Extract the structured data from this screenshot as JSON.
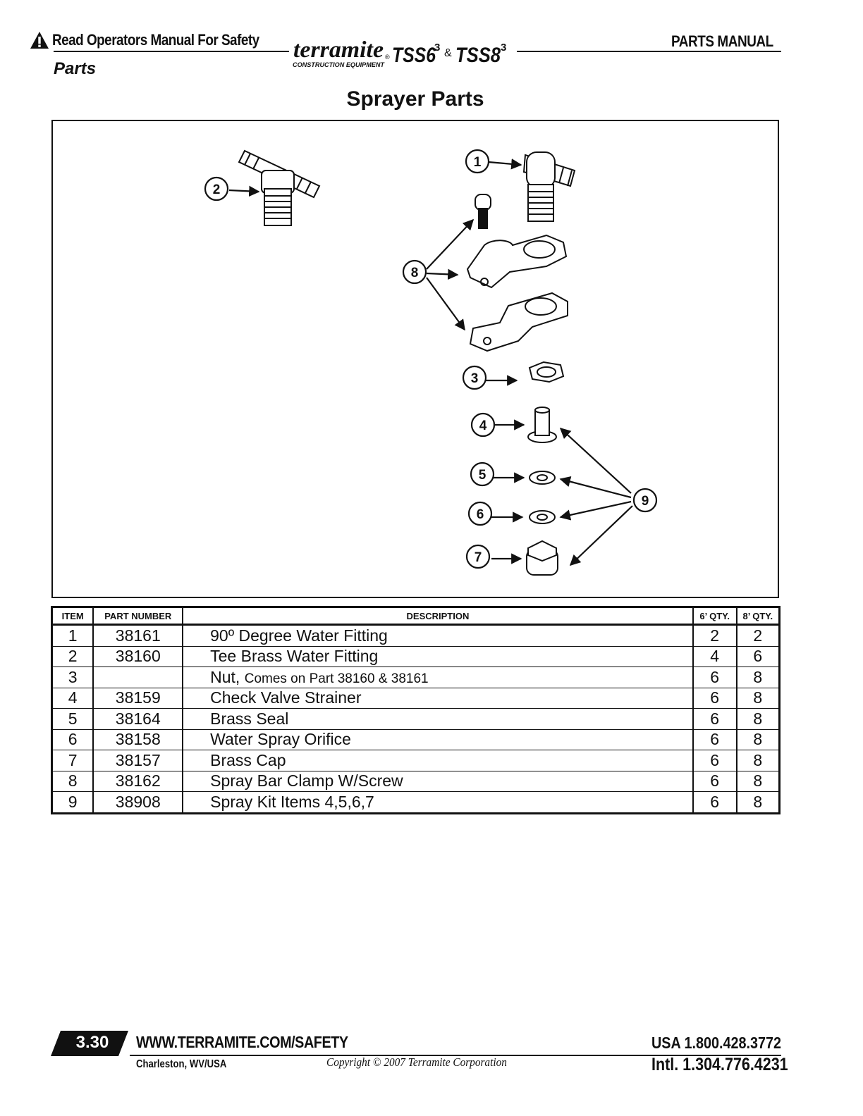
{
  "header": {
    "warning_text": "Read Operators Manual For Safety",
    "section": "Parts",
    "manual_label": "PARTS MANUAL",
    "logo": {
      "brand": "terramite",
      "registered": "®",
      "tagline": "CONSTRUCTION EQUIPMENT",
      "model_a": "TSS6",
      "model_a_sup": "3",
      "ampersand": "&",
      "model_b": "TSS8",
      "model_b_sup": "3"
    }
  },
  "title": "Sprayer Parts",
  "figure": {
    "callouts": [
      "1",
      "2",
      "3",
      "4",
      "5",
      "6",
      "7",
      "8",
      "9"
    ]
  },
  "table": {
    "headers": {
      "item": "ITEM",
      "part_number": "PART NUMBER",
      "description": "DESCRIPTION",
      "qty6": "6’ QTY.",
      "qty8": "8’ QTY."
    },
    "rows": [
      {
        "item": "1",
        "part": "38161",
        "desc": "90º Degree Water Fitting",
        "note": "",
        "q6": "2",
        "q8": "2"
      },
      {
        "item": "2",
        "part": "38160",
        "desc": "Tee Brass Water Fitting",
        "note": "",
        "q6": "4",
        "q8": "6"
      },
      {
        "item": "3",
        "part": "",
        "desc": "Nut,",
        "note": "Comes on Part 38160 & 38161",
        "q6": "6",
        "q8": "8"
      },
      {
        "item": "4",
        "part": "38159",
        "desc": "Check Valve Strainer",
        "note": "",
        "q6": "6",
        "q8": "8"
      },
      {
        "item": "5",
        "part": "38164",
        "desc": "Brass Seal",
        "note": "",
        "q6": "6",
        "q8": "8"
      },
      {
        "item": "6",
        "part": "38158",
        "desc": "Water Spray Orifice",
        "note": "",
        "q6": "6",
        "q8": "8"
      },
      {
        "item": "7",
        "part": "38157",
        "desc": "Brass Cap",
        "note": "",
        "q6": "6",
        "q8": "8"
      },
      {
        "item": "8",
        "part": "38162",
        "desc": "Spray Bar Clamp W/Screw",
        "note": "",
        "q6": "6",
        "q8": "8"
      },
      {
        "item": "9",
        "part": "38908",
        "desc": "Spray Kit Items 4,5,6,7",
        "note": "",
        "q6": "6",
        "q8": "8"
      }
    ]
  },
  "footer": {
    "page": "3.30",
    "url": "WWW.TERRAMITE.COM/SAFETY",
    "city": "Charleston, WV/USA",
    "copyright": "Copyright © 2007 Terramite Corporation",
    "usa_phone": "USA 1.800.428.3772",
    "intl_phone": "Intl. 1.304.776.4231"
  }
}
